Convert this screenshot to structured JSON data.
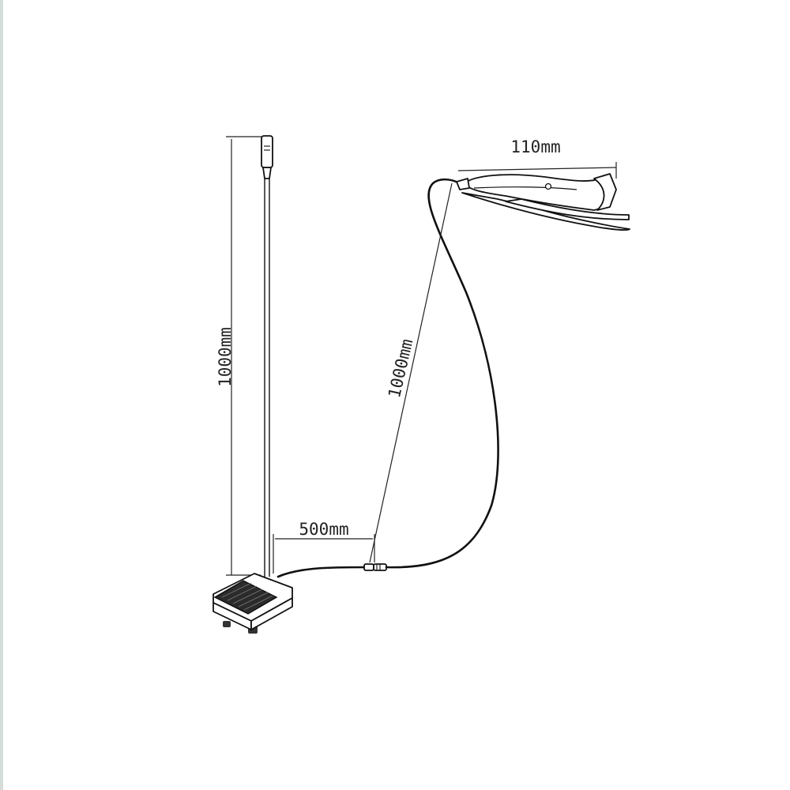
{
  "dimensions": {
    "usb_cable_length": "1000mm",
    "pedal_to_junction": "500mm",
    "junction_to_clip": "1000mm",
    "clip_length": "110mm"
  },
  "icons": {
    "usb_plug": "usb-plug-icon",
    "foot_pedal": "foot-pedal-icon",
    "inline_connector": "inline-connector-icon",
    "clip_handpiece": "clip-handpiece-icon"
  }
}
